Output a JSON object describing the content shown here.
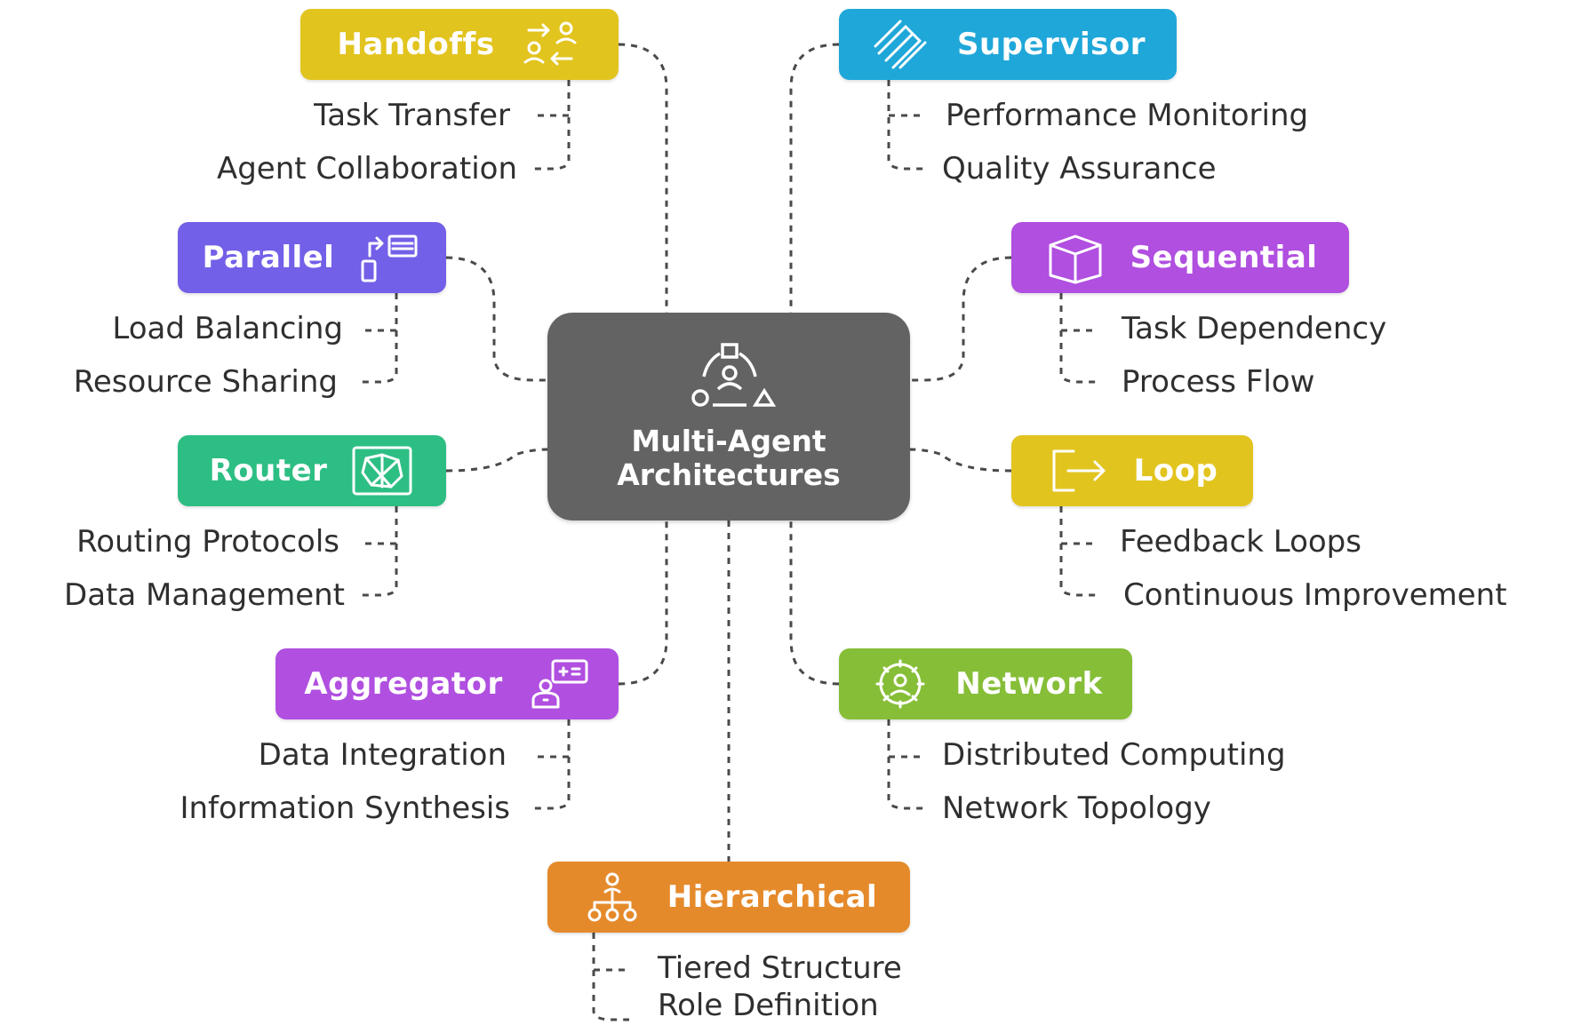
{
  "center": {
    "title": "Multi-Agent Architectures",
    "icon": "agents-shapes-icon"
  },
  "branches": [
    {
      "id": "handoffs",
      "label": "Handoffs",
      "color": "#E2C41F",
      "icon": "handoff-people-icon",
      "items": [
        "Task Transfer",
        "Agent Collaboration"
      ]
    },
    {
      "id": "supervisor",
      "label": "Supervisor",
      "color": "#1FA7D9",
      "icon": "supervisor-icon",
      "items": [
        "Performance Monitoring",
        "Quality Assurance"
      ]
    },
    {
      "id": "parallel",
      "label": "Parallel",
      "color": "#7260E8",
      "icon": "parallel-icon",
      "items": [
        "Load Balancing",
        "Resource Sharing"
      ]
    },
    {
      "id": "sequential",
      "label": "Sequential",
      "color": "#B04FE0",
      "icon": "box-icon",
      "items": [
        "Task Dependency",
        "Process Flow"
      ]
    },
    {
      "id": "router",
      "label": "Router",
      "color": "#2DBE84",
      "icon": "router-network-icon",
      "items": [
        "Routing Protocols",
        "Data Management"
      ]
    },
    {
      "id": "loop",
      "label": "Loop",
      "color": "#E2C41F",
      "icon": "exit-arrow-icon",
      "items": [
        "Feedback Loops",
        "Continuous Improvement"
      ]
    },
    {
      "id": "aggregator",
      "label": "Aggregator",
      "color": "#B04FE0",
      "icon": "aggregator-icon",
      "items": [
        "Data Integration",
        "Information Synthesis"
      ]
    },
    {
      "id": "network",
      "label": "Network",
      "color": "#86BE38",
      "icon": "network-gear-icon",
      "items": [
        "Distributed Computing",
        "Network Topology"
      ]
    },
    {
      "id": "hierarchical",
      "label": "Hierarchical",
      "color": "#E58A2B",
      "icon": "hierarchy-icon",
      "items": [
        "Tiered Structure",
        "Role Definition"
      ]
    }
  ]
}
